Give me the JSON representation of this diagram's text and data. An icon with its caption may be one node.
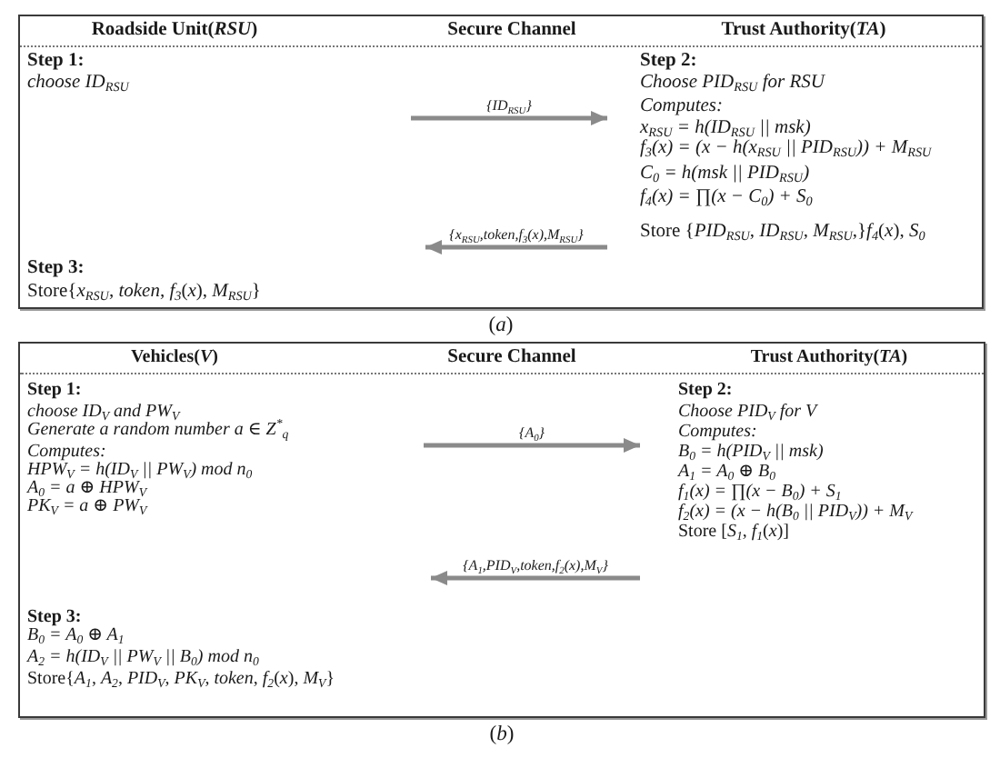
{
  "diagram": {
    "nodes": [
      {
        "text": [],
        "shape": "box",
        "beside": [
          "(*a*)"
        ]
      },
      {
        "text": [
          "Roadside Unit(*RSU*)",
          "Step 1:",
          "choose ID$_{RSU}$",
          "Step 3:",
          "Store{*x*$_{RSU}$, *token*, *f*$_{3}$(*x*), *M*$_{RSU}$}"
        ],
        "in": 0
      },
      {
        "text": [
          "Secure Channel"
        ],
        "in": 0
      },
      {
        "text": [
          "Trust Authority(*TA*)",
          "Step 2:",
          "Choose PID$_{RSU}$ for RSU",
          "Computes:",
          "x$_{RSU}$ = h(ID$_{RSU}$ || msk)",
          "f$_{3}$(x) = (x − h(x$_{RSU}$ || PID$_{RSU}$)) + M$_{RSU}$",
          "C$_{0}$ = h(msk || PID$_{RSU}$)",
          "f$_{4}$(x) = ∏(x − C$_{0}$) + S$_{0}$",
          "Store {*PID*$_{RSU}$, *ID*$_{RSU}$, *M*$_{RSU}$,}*f*$_{4}$(*x*), *S*$_{0}$"
        ],
        "in": 0
      },
      {
        "text": [],
        "shape": "box",
        "beside": [
          "(*b*)"
        ]
      },
      {
        "text": [
          "Vehicles(*V*)",
          "Step 1:",
          "choose ID$_{V}$ and PW$_{V}$",
          "Generate a random number a ∈ Z$^{*}$$_{q}$",
          "Computes:",
          "HPW$_{V}$ = h(ID$_{V}$ || PW$_{V}$) mod n$_{0}$",
          "A$_{0}$ = a ⊕ HPW$_{V}$",
          "PK$_{V}$ = a ⊕ PW$_{V}$",
          "Step 3:",
          "B$_{0}$ = A$_{0}$ ⊕ A$_{1}$",
          "A$_{2}$ = h(ID$_{V}$ || PW$_{V}$ || B$_{0}$) mod n$_{0}$",
          "Store{*A*$_{1}$, *A*$_{2}$, *PID*$_{V}$, *PK*$_{V}$, *token*, *f*$_{2}$(*x*), *M*$_{V}$}"
        ],
        "in": 4
      },
      {
        "text": [
          "Secure Channel"
        ],
        "in": 4
      },
      {
        "text": [
          "Trust Authority(*TA*)",
          "Step 2:",
          "Choose PID$_{V}$ for V",
          "Computes:",
          "B$_{0}$ = h(PID$_{V}$ || msk)",
          "A$_{1}$ = A$_{0}$ ⊕ B$_{0}$",
          "f$_{1}$(x) = ∏(x − B$_{0}$) + S$_{1}$",
          "f$_{2}$(x) = (x − h(B$_{0}$ || PID$_{V}$)) + M$_{V}$",
          "Store [*S*$_{1}$, *f*$_{1}$(*x*)]"
        ],
        "in": 4
      }
    ],
    "edges": [
      {
        "from": null,
        "to": 3,
        "arrow": "to",
        "label": "{ID$_{RSU}$}"
      },
      {
        "from": 3,
        "to": null,
        "arrow": "to",
        "label": "{x$_{RSU}$,token,f$_{3}$(x),M$_{RSU}$}"
      },
      {
        "from": null,
        "to": 7,
        "arrow": "to",
        "label": "{A$_{0}$}"
      },
      {
        "from": 7,
        "to": null,
        "arrow": "to",
        "label": "{A$_{1}$,PID$_{V}$,token,f$_{2}$(x),M$_{V}$}"
      }
    ]
  }
}
